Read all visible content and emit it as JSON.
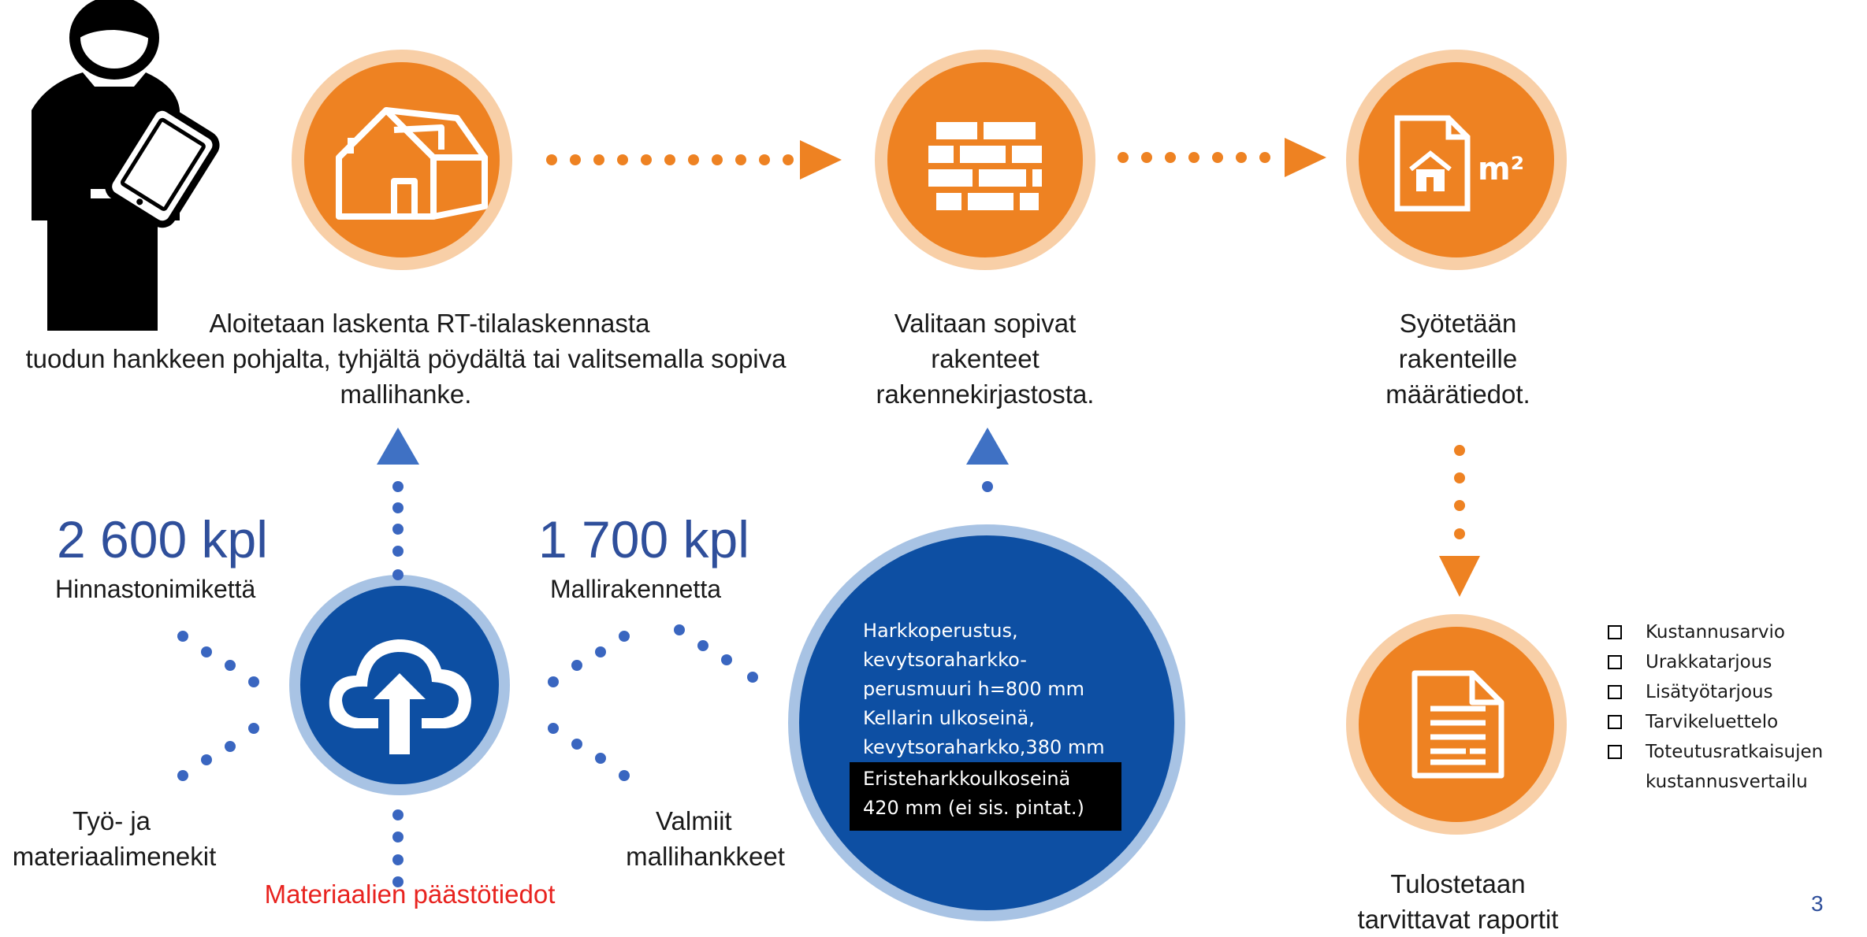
{
  "step1": {
    "lines": [
      "Aloitetaan laskenta RT-tilalaskennasta",
      "tuodun hankkeen pohjalta, tyhjältä pöydältä tai valitsemalla sopiva",
      "mallihanke."
    ]
  },
  "step2": {
    "lines": [
      "Valitaan sopivat",
      "rakenteet",
      "rakennekirjastosta."
    ]
  },
  "step3": {
    "lines": [
      "Syötetään",
      "rakenteille",
      "määrätiedot."
    ]
  },
  "step4": {
    "lines": [
      "Tulostetaan",
      "tarvittavat raportit"
    ]
  },
  "stat1": {
    "value": "2 600 kpl",
    "label": "Hinnastonimikettä"
  },
  "stat2": {
    "value": "1 700 kpl",
    "label": "Mallirakennetta"
  },
  "hub_labels": {
    "left": [
      "Työ- ja",
      "materiaalimenekit"
    ],
    "right": [
      "Valmiit",
      "mallihankkeet"
    ],
    "bottom": "Materiaalien päästötiedot"
  },
  "structure_examples": {
    "lines": [
      "Harkkoperustus,",
      "kevytsoraharkko-",
      "perusmuuri h=800 mm",
      "Kellarin ulkoseinä,",
      "kevytsoraharkko,380 mm"
    ],
    "highlight_lines": [
      "Eristeharkkoulkoseinä",
      "420 mm (ei sis. pintat.)"
    ]
  },
  "reports": [
    "Kustannusarvio",
    "Urakkatarjous",
    "Lisätyötarjous",
    "Tarvikeluettelo",
    "Toteutusratkaisujen",
    "kustannusvertailu"
  ],
  "page_number": "3",
  "icons": [
    "person-with-tablet-icon",
    "house-icon",
    "brick-wall-icon",
    "area-document-icon",
    "report-document-icon",
    "cloud-upload-icon"
  ],
  "colors": {
    "orange": "#ee8222",
    "orange_ring": "#f8cfa7",
    "blue": "#0d4fa3",
    "blue_ring": "#a8c3e4",
    "blue_arrow": "#3f71c4",
    "dot_blue": "#3a66c0",
    "title_blue": "#2f4f9b",
    "red": "#e8231f"
  }
}
